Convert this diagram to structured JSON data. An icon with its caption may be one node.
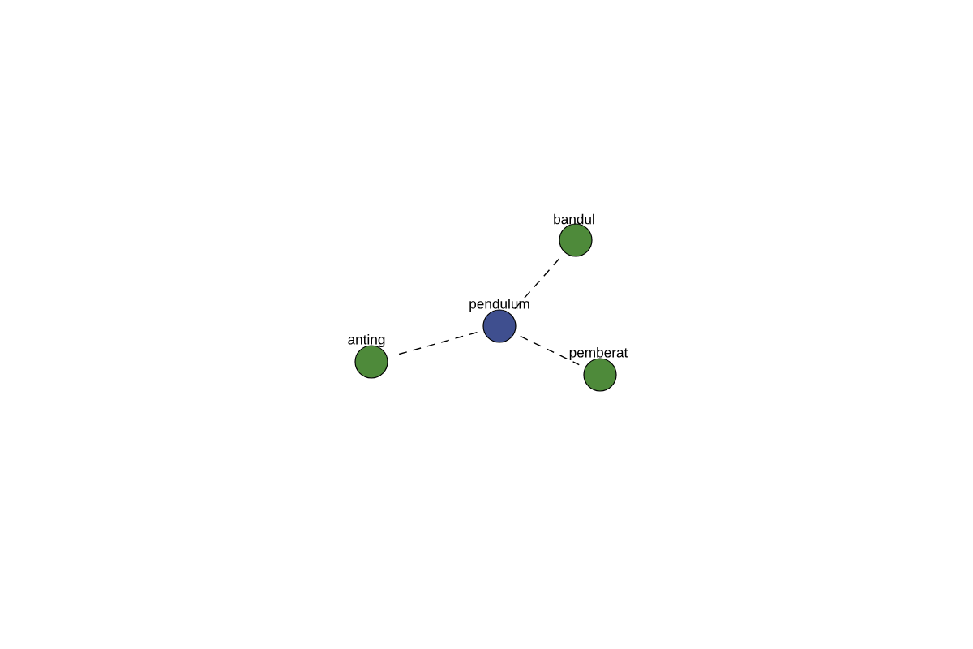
{
  "diagram": {
    "nodes": [
      {
        "text": [],
        "shape": "circle",
        "beside": [
          "pendulum"
        ]
      },
      {
        "text": [],
        "shape": "circle",
        "beside": [
          "bandul"
        ]
      },
      {
        "text": [],
        "shape": "circle",
        "beside": [
          "anting"
        ]
      },
      {
        "text": [],
        "shape": "circle",
        "beside": [
          "pemberat"
        ]
      }
    ],
    "edges": [
      {
        "from": 0,
        "to": 1,
        "arrow": "none",
        "style": "dashed"
      },
      {
        "from": 0,
        "to": 2,
        "arrow": "none",
        "style": "dashed"
      },
      {
        "from": 0,
        "to": 3,
        "arrow": "none",
        "style": "dashed"
      }
    ]
  }
}
